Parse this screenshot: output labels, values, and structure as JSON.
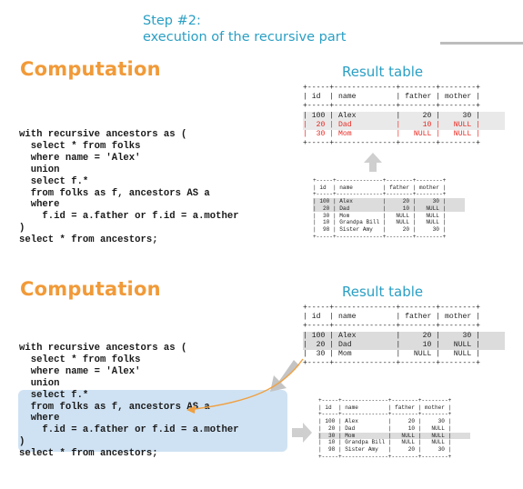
{
  "step": {
    "line1": "Step #2:",
    "line2": "execution of the recursive part"
  },
  "top": {
    "heading": "Computation",
    "result_title": "Result table",
    "code": "with recursive ancestors as (\n  select * from folks\n  where name = 'Alex'\n  union\n  select f.*\n  from folks as f, ancestors AS a\n  where\n    f.id = a.father or f.id = a.mother\n)\nselect * from ancestors;",
    "result_table": {
      "border": "+-----+--------------+--------+--------+",
      "header": "| id  | name         | father | mother |",
      "rows": [
        "| 100 | Alex         |     20 |     30 |",
        "|  20 | Dad          |     10 |   NULL |",
        "|  30 | Mom          |   NULL |   NULL |"
      ]
    },
    "folks_table": {
      "border": "+-----+--------------+--------+--------+",
      "header": "| id  | name         | father | mother |",
      "rows": [
        "| 100 | Alex         |     20 |     30 |",
        "|  20 | Dad          |     10 |   NULL |",
        "|  30 | Mom          |   NULL |   NULL |",
        "|  10 | Grandpa Bill |   NULL |   NULL |",
        "|  98 | Sister Amy   |     20 |     30 |"
      ]
    }
  },
  "bottom": {
    "heading": "Computation",
    "result_title": "Result table",
    "code_before": "with recursive ancestors as (\n  select * from folks\n  where name = 'Alex'\n  union",
    "code_highlight": "  select f.*\n  from folks as f, ancestors AS a\n  where\n    f.id = a.father or f.id = a.mother",
    "code_after": ")\nselect * from ancestors;",
    "result_table": {
      "border": "+-----+--------------+--------+--------+",
      "header": "| id  | name         | father | mother |",
      "rows": [
        "| 100 | Alex         |     20 |     30 |",
        "|  20 | Dad          |     10 |   NULL |",
        "|  30 | Mom          |   NULL |   NULL |"
      ]
    },
    "folks_table": {
      "border": "+-----+--------------+--------+--------+",
      "header": "| id  | name         | father | mother |",
      "rows": [
        "| 100 | Alex         |     20 |     30 |",
        "|  20 | Dad          |     10 |   NULL |",
        "|  30 | Mom          |   NULL |   NULL |",
        "|  10 | Grandpa Bill |   NULL |   NULL |",
        "|  98 | Sister Amy   |     20 |     30 |"
      ]
    }
  },
  "colors": {
    "heading": "#f19a38",
    "step_title": "#2a9fc4",
    "highlight_rows": "#e8261f",
    "code_highlight_bg": "#cfe2f3",
    "arrow": "#f0a040"
  }
}
